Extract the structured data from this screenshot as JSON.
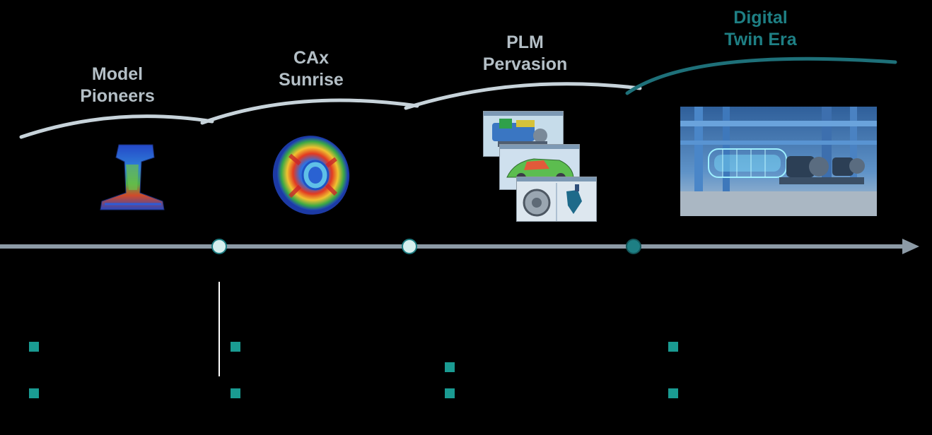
{
  "eras": [
    {
      "line1": "Model",
      "line2": "Pioneers"
    },
    {
      "line1": "CAx",
      "line2": "Sunrise"
    },
    {
      "line1": "PLM",
      "line2": "Pervasion"
    },
    {
      "line1": "Digital",
      "line2": "Twin Era"
    }
  ],
  "colors": {
    "background": "#000000",
    "timeline": "#8c9aa6",
    "arc_light": "#c7d3da",
    "arc_accent": "#1e7079",
    "milestone_light": "#d6efee",
    "milestone_accent": "#1e7f84",
    "bullet": "#1a9b92",
    "era_title": "#b4bfc6",
    "era_title_accent": "#1e7f84"
  },
  "icons": {
    "era1": "rail-beam-stress-icon",
    "era2": "wheel-stress-icon",
    "era3": "plm-screenshots-icon",
    "era4": "digital-twin-factory-icon"
  }
}
